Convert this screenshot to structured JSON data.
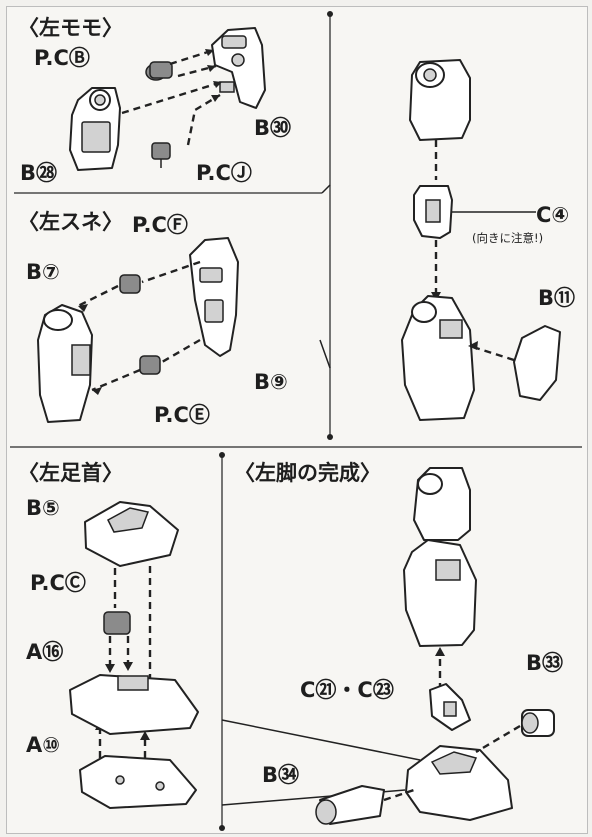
{
  "sections": {
    "left_thigh": "〈左モモ〉",
    "left_shin": "〈左スネ〉",
    "left_ankle": "〈左足首〉",
    "left_leg_complete": "〈左脚の完成〉"
  },
  "parts": {
    "pc_b": "P.CⒷ",
    "b30": "B㉚",
    "b28": "B㉘",
    "pc_j": "P.CⒿ",
    "pc_f": "P.CⒻ",
    "b7": "B⑦",
    "b9": "B⑨",
    "pc_e": "P.CⒺ",
    "c4": "C④",
    "b11": "B⑪",
    "b5": "B⑤",
    "pc_c": "P.CⒸ",
    "a16": "A⑯",
    "a10": "A⑩",
    "c21_c23": "C㉑・C㉓",
    "b33": "B㉝",
    "b34": "B㉞"
  },
  "notes": {
    "orientation": "(向きに注意!)"
  },
  "colors": {
    "line": "#222222",
    "background": "#f7f6f3",
    "part_shade": "#d2d2d2",
    "polycap": "#8b8b8b"
  }
}
